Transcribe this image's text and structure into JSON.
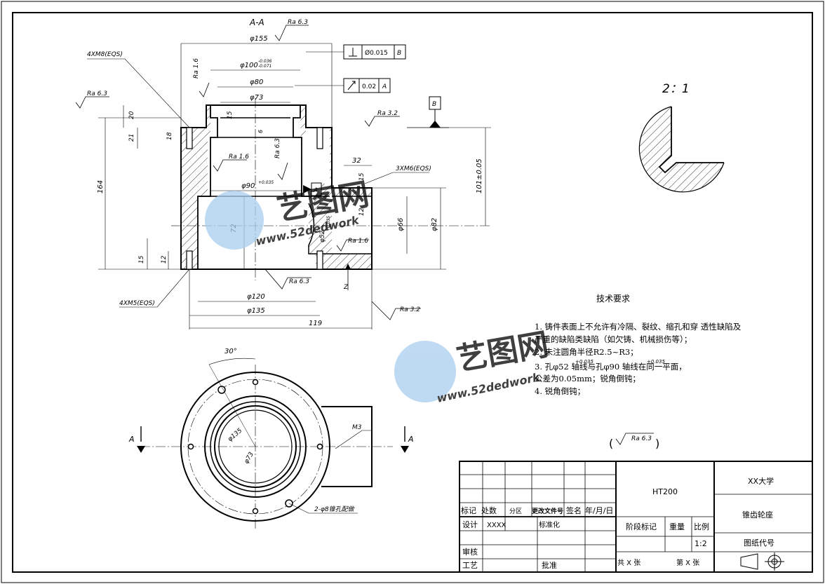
{
  "section_label": "A-A",
  "scale_view_label": "2：1",
  "dims": {
    "d155": "φ155",
    "d100": "φ100",
    "d100_tol_up": "-0.036",
    "d100_tol_dn": "-0.071",
    "d80": "φ80",
    "d73": "φ73",
    "d90": "φ90",
    "d90_tol": "+0.035",
    "d66": "φ66",
    "d82": "φ82",
    "d52": "φ52",
    "d52_tol": "+0.035",
    "d120": "φ120",
    "d135": "φ135",
    "v20": "20",
    "v21": "21",
    "v18": "18",
    "v15a": "15",
    "v164": "164",
    "v72": "72",
    "v15b": "15",
    "v12a": "12",
    "v6": "6",
    "h32": "32",
    "h15": "15",
    "h12": "12",
    "v101": "101±0.05",
    "h119": "119",
    "ang30": "30°",
    "d135b": "φ135",
    "d73b": "φ73",
    "m3": "M3"
  },
  "roughness": {
    "r1": "Ra 6.3",
    "r2": "Ra 1.6",
    "r3": "Ra 6.3",
    "r4": "Ra 3.2",
    "r5": "Ra 1.6",
    "r6": "Ra 6.3",
    "r7": "Ra 1.6",
    "r8": "Ra 6.3",
    "r9": "Ra 3.2",
    "r10": "Ra 6.3"
  },
  "tolerances": {
    "perp_value": "Ø0.015",
    "perp_datum": "B",
    "runout_value": "0.02",
    "runout_datum": "A",
    "datum_b": "B",
    "datum_a": "A"
  },
  "callouts": {
    "top_holes": "4XM8(EQS)",
    "side_holes": "3XM6(EQS)",
    "bottom_holes": "4XM5(EQS)",
    "pin_holes": "2-φ8锥孔配做",
    "view_z": "Z",
    "section_a_left": "A",
    "section_a_right": "A"
  },
  "notes": {
    "title": "技术要求",
    "lines": [
      "1. 铸件表面上不允许有冷隔、裂纹、缩孔和穿 透性缺陷及",
      "严重的缺陷类缺陷（如欠铸、机械损伤等）；",
      "2. 未注圆角半径R2.5~R3；",
      "3. 孔φ52        轴线与孔φ90        轴线在同一平面，",
      "公差为0.05mm；锐角倒钝；",
      "4. 锐角倒钝；"
    ],
    "tol1": "+0.035",
    "tol2": "+0.035",
    "general_roughness": "Ra 6.3"
  },
  "title_block": {
    "material": "HT200",
    "school": "XX大学",
    "part_name": "锥齿轮座",
    "drawing_code": "图纸代号",
    "stage_mark": "阶段标记",
    "weight": "重量",
    "scale_label": "比例",
    "scale_value": "1:2",
    "sheets_total": "共  X  张",
    "sheet_no": "第  X  张",
    "mark": "标记",
    "count": "处数",
    "zone": "分区",
    "doc_no": "更改文件号",
    "sign": "签名",
    "date": "年/月/日",
    "design": "设计",
    "designer": "XXXX",
    "standardize": "标准化",
    "review": "审核",
    "process": "工艺",
    "approve": "批准"
  },
  "watermark": {
    "brand": "艺图网",
    "url": "www.52dedwork"
  },
  "colors": {
    "line": "#000000",
    "watermark": "#3a8fd6",
    "watermark_light": "#a9cdee"
  }
}
